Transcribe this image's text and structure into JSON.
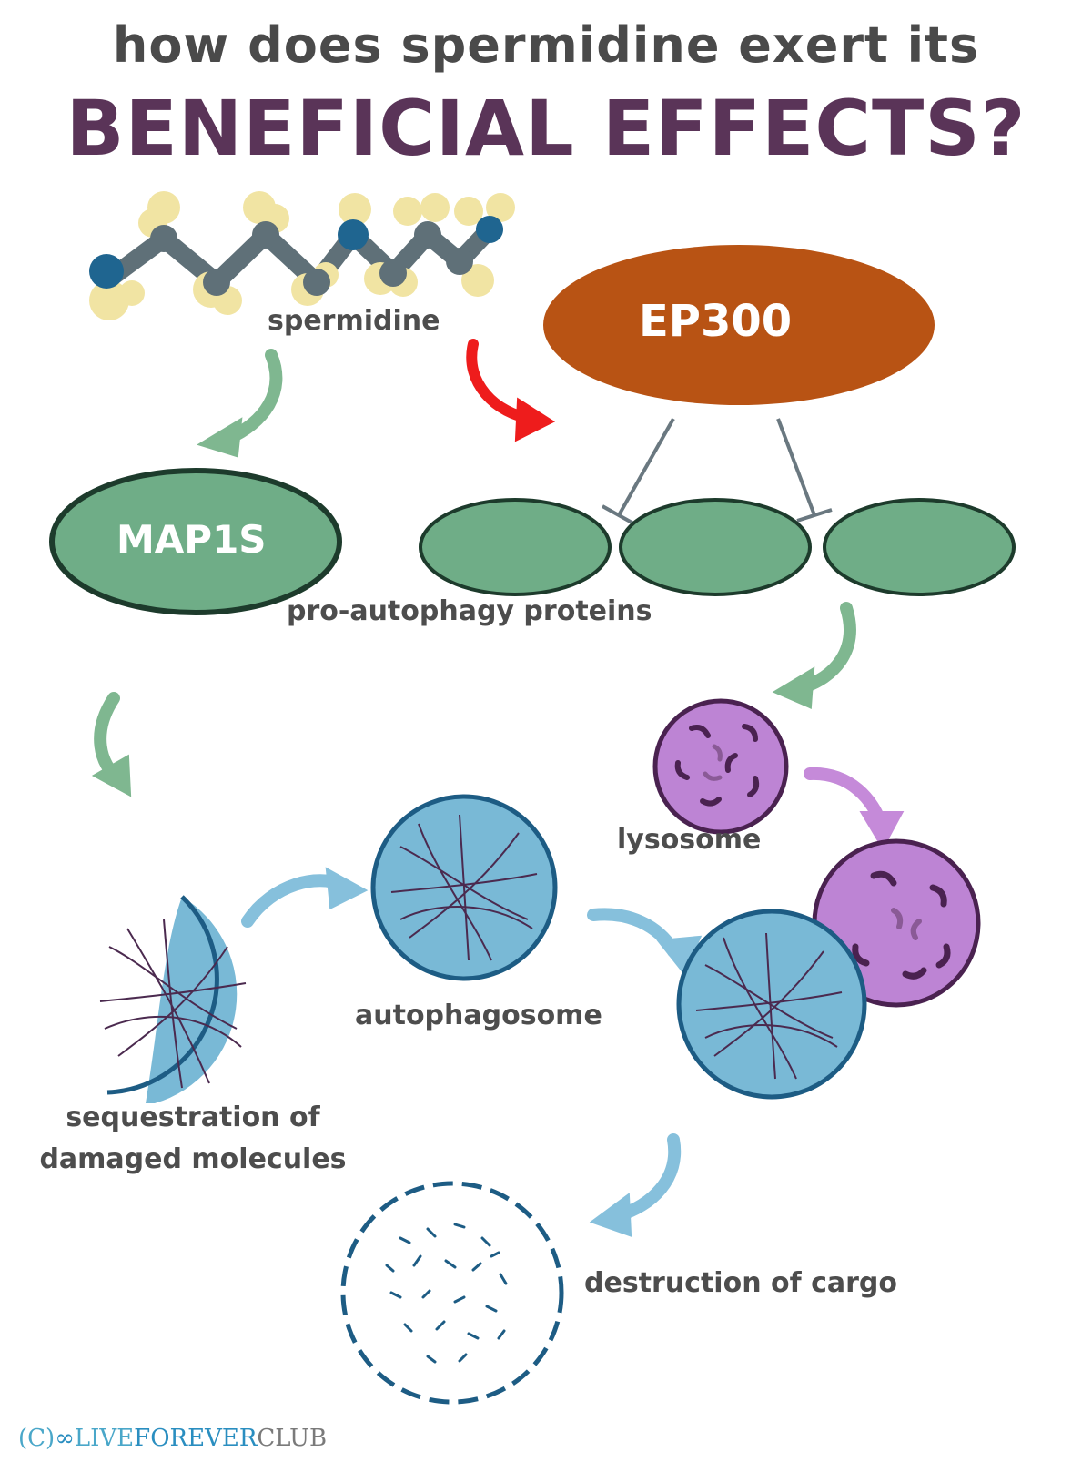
{
  "title": {
    "line1": "how does spermidine exert its",
    "line2": "BENEFICIAL EFFECTS?"
  },
  "nodes": {
    "spermidine": "spermidine",
    "ep300": "EP300",
    "map1s": "MAP1S",
    "pro_autophagy": "pro-autophagy proteins",
    "lysosome": "lysosome",
    "autophagosome": "autophagosome",
    "sequestration": "sequestration of\ndamaged molecules",
    "destruction": "destruction of cargo"
  },
  "footer": {
    "copyright": "(C)",
    "brand_a": "LIVE",
    "brand_b": "FOREVER",
    "brand_c": "CLUB"
  },
  "colors": {
    "title_gray": "#4a4a4a",
    "title_purple": "#5a3458",
    "ep300_fill": "#b85314",
    "protein_fill": "#6fad87",
    "protein_stroke": "#1d3b2c",
    "lysosome_fill": "#bd84d4",
    "autophagosome_fill": "#79b9d6",
    "green_arrow": "#7fb790",
    "red_arrow": "#ee1c1c",
    "purple_arrow": "#c58ad9",
    "blue_arrow": "#86c0dc"
  }
}
